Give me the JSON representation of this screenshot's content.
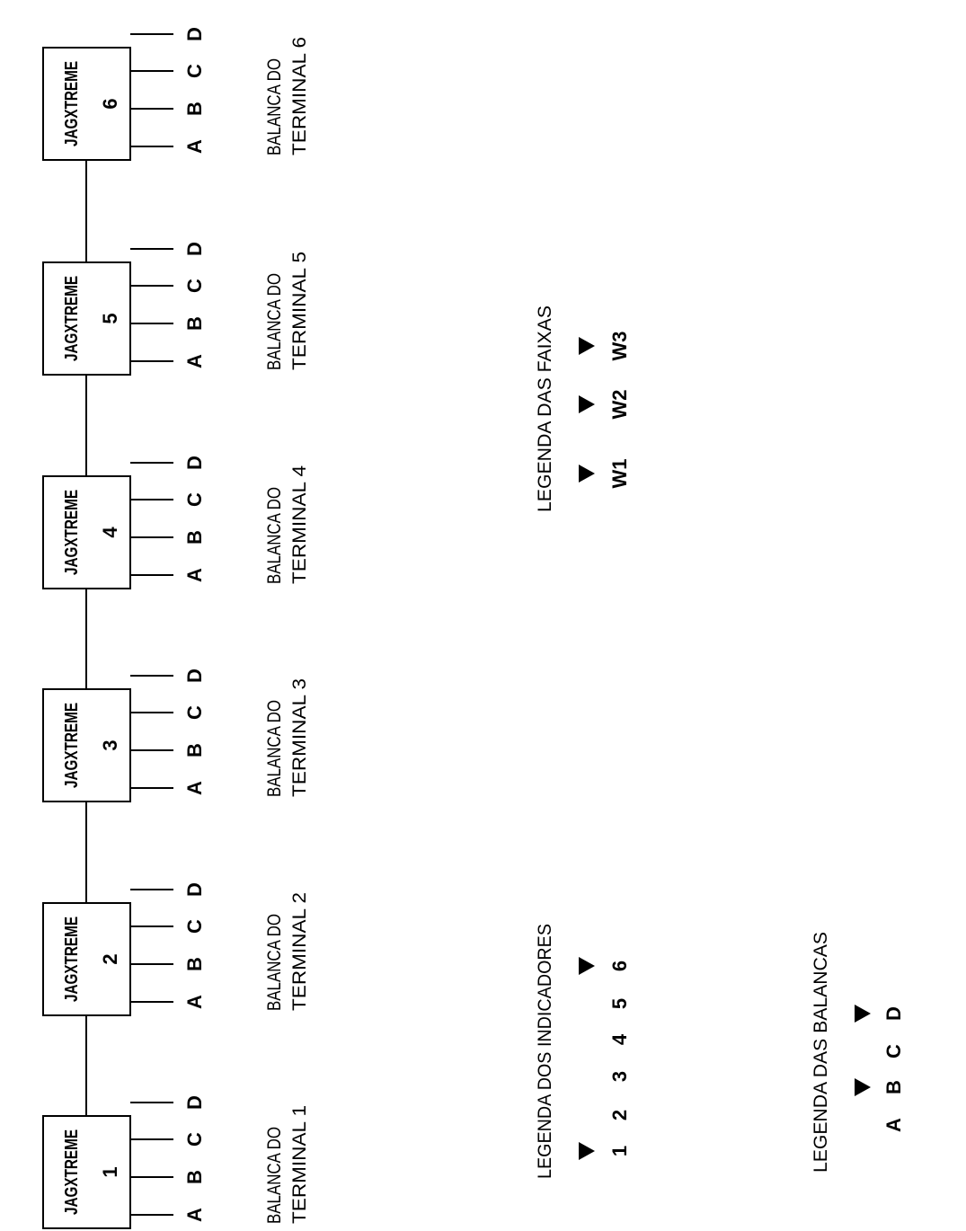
{
  "terminals": [
    {
      "name": "JAGXTREME",
      "number": "1",
      "caption_line1": "BALANCA DO",
      "caption_line2": "TERMINAL 1",
      "ports": [
        "A",
        "B",
        "C",
        "D"
      ]
    },
    {
      "name": "JAGXTREME",
      "number": "2",
      "caption_line1": "BALANCA DO",
      "caption_line2": "TERMINAL 2",
      "ports": [
        "A",
        "B",
        "C",
        "D"
      ]
    },
    {
      "name": "JAGXTREME",
      "number": "3",
      "caption_line1": "BALANCA DO",
      "caption_line2": "TERMINAL 3",
      "ports": [
        "A",
        "B",
        "C",
        "D"
      ]
    },
    {
      "name": "JAGXTREME",
      "number": "4",
      "caption_line1": "BALANCA DO",
      "caption_line2": "TERMINAL 4",
      "ports": [
        "A",
        "B",
        "C",
        "D"
      ]
    },
    {
      "name": "JAGXTREME",
      "number": "5",
      "caption_line1": "BALANCA DO",
      "caption_line2": "TERMINAL 5",
      "ports": [
        "A",
        "B",
        "C",
        "D"
      ]
    },
    {
      "name": "JAGXTREME",
      "number": "6",
      "caption_line1": "BALANCA DO",
      "caption_line2": "TERMINAL 6",
      "ports": [
        "A",
        "B",
        "C",
        "D"
      ]
    }
  ],
  "legends": {
    "indicators": {
      "title": "LEGENDA DOS INDICADORES",
      "items": [
        "1",
        "2",
        "3",
        "4",
        "5",
        "6"
      ],
      "marked": [
        "1",
        "6"
      ]
    },
    "scales": {
      "title": "LEGENDA DAS BALANCAS",
      "items": [
        "A",
        "B",
        "C",
        "D"
      ],
      "marked": [
        "B",
        "D"
      ]
    },
    "ranges": {
      "title": "LEGENDA DAS FAIXAS",
      "items": [
        "W1",
        "W2",
        "W3"
      ],
      "marked": [
        "W1",
        "W2",
        "W3"
      ]
    }
  }
}
